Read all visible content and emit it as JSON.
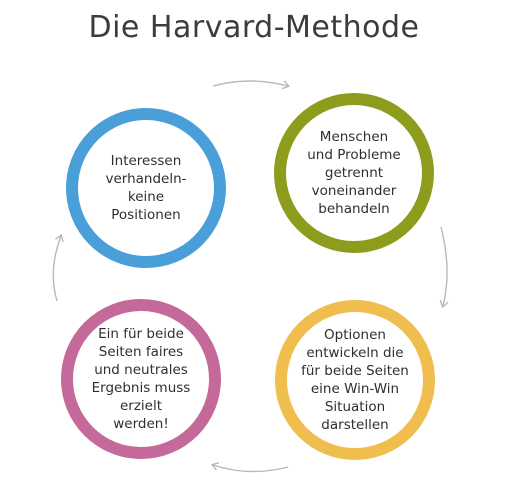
{
  "title": "Die Harvard-Methode",
  "nodes": [
    {
      "text": "Interessen\nverhandeln-\nkeine\nPositionen",
      "color": "#4a9fd8"
    },
    {
      "text": "Menschen\nund Probleme\ngetrennt\nvoneinander\nbehandeln",
      "color": "#8d9c1c"
    },
    {
      "text": "Optionen\nentwickeln die\nfür beide Seiten\neine Win-Win\nSituation\ndarstellen",
      "color": "#f0bd4f"
    },
    {
      "text": "Ein für beide\nSeiten faires\nund neutrales\nErgebnis muss\nerzielt\nwerden!",
      "color": "#c5689a"
    }
  ],
  "cycle_order": [
    "Interessen verhandeln",
    "Menschen und Probleme",
    "Optionen entwickeln",
    "Ergebnis"
  ],
  "arrow_color": "#b9b9b9"
}
